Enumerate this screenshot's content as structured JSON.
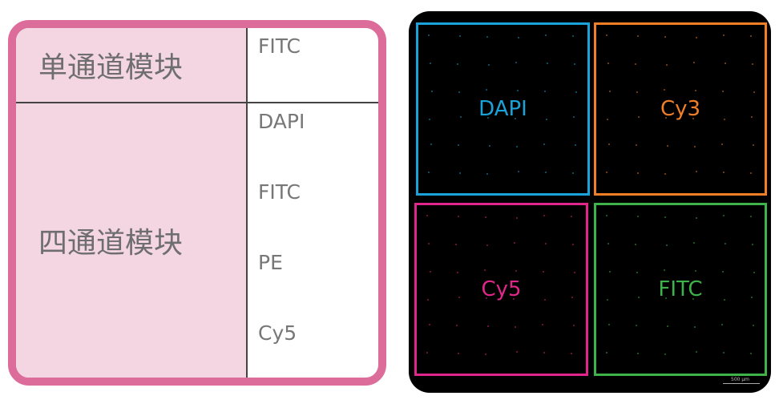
{
  "table": {
    "rows": [
      {
        "module": "单通道模块",
        "channels": [
          "FITC"
        ]
      },
      {
        "module": "四通道模块",
        "channels": [
          "DAPI",
          "FITC",
          "PE",
          "Cy5"
        ]
      }
    ],
    "border_color": "#dc6d9b",
    "fill_color": "#f4d6e2"
  },
  "image": {
    "panels": [
      {
        "label": "DAPI",
        "color": "#1aa3d8"
      },
      {
        "label": "Cy3",
        "color": "#f07f28"
      },
      {
        "label": "Cy5",
        "color": "#e0268a"
      },
      {
        "label": "FITC",
        "color": "#3db34a"
      }
    ],
    "scale_bar": "500 μm"
  }
}
